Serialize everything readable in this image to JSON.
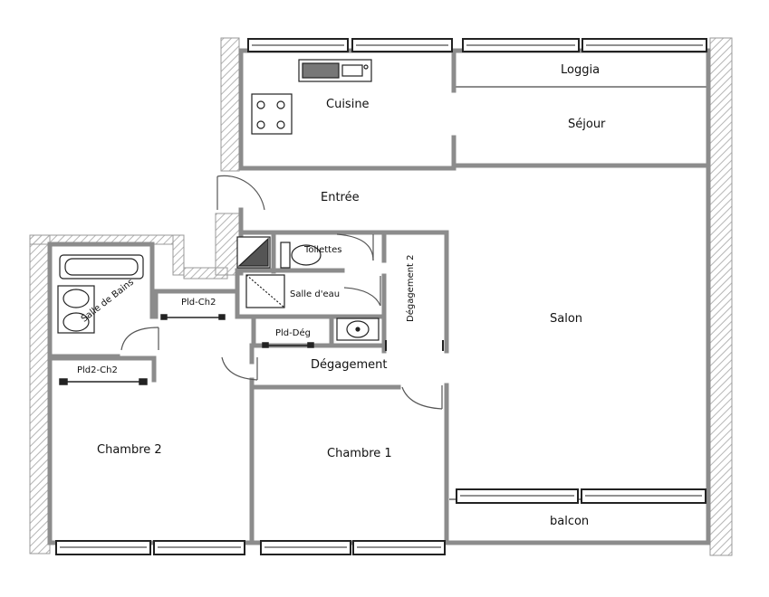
{
  "rooms": {
    "loggia": "Loggia",
    "cuisine": "Cuisine",
    "sejour": "Séjour",
    "entree": "Entrée",
    "toilettes": "Toilettes",
    "salle_eau": "Salle d'eau",
    "degagement_2": "Dégagement 2",
    "salon": "Salon",
    "salle_de_bains": "Salle de Bains",
    "pld_ch2": "Pld-Ch2",
    "pld_deg": "Pld-Dég",
    "degagement": "Dégagement",
    "pld2_ch2": "Pld2-Ch2",
    "chambre_2": "Chambre 2",
    "chambre_1": "Chambre 1",
    "balcon": "balcon"
  },
  "colors": {
    "wall": "#8c8c8c",
    "wall_hatch": "#b8b8b8",
    "fixture_stroke": "#333333",
    "window_fill": "#222222",
    "shower_fill": "#555555",
    "background": "#ffffff"
  }
}
